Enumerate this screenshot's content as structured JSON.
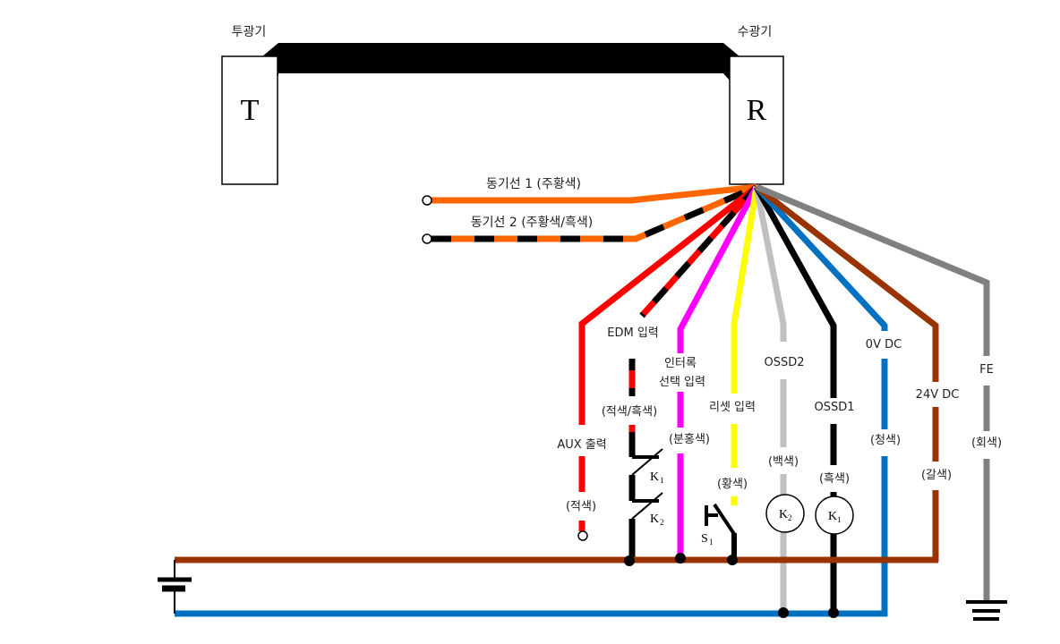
{
  "devices": {
    "transmitter": {
      "title": "투광기",
      "letter": "T"
    },
    "receiver": {
      "title": "수광기",
      "letter": "R"
    }
  },
  "colors": {
    "orange": "#ff6600",
    "black": "#000000",
    "red": "#ff0000",
    "pink": "#ff00ff",
    "yellow": "#ffff00",
    "white_wire": "#c0c0c0",
    "blue": "#0070c0",
    "brown": "#993300",
    "gray": "#808080"
  },
  "wires": {
    "sync1": {
      "label": "동기선 1 (주황색)"
    },
    "sync2": {
      "label": "동기선 2 (주황색/흑색)"
    },
    "aux": {
      "label": "AUX 출력",
      "color_label": "(적색)"
    },
    "edm": {
      "label": "EDM 입력",
      "color_label": "(적색/흑색)"
    },
    "interlock": {
      "label_line1": "인터록",
      "label_line2": "선택 입력",
      "color_label": "(분홍색)"
    },
    "reset": {
      "label": "리셋 입력",
      "color_label": "(황색)"
    },
    "ossd2": {
      "label": "OSSD2",
      "color_label": "(백색)"
    },
    "ossd1": {
      "label": "OSSD1",
      "color_label": "(흑색)"
    },
    "v0": {
      "label": "0V DC",
      "color_label": "(청색)"
    },
    "v24": {
      "label": "24V DC",
      "color_label": "(갈색)"
    },
    "fe": {
      "label": "FE",
      "color_label": "(회색)"
    }
  },
  "components": {
    "k1_contact": {
      "letter": "K",
      "sub": "1"
    },
    "k2_contact": {
      "letter": "K",
      "sub": "2"
    },
    "switch": {
      "letter": "S",
      "sub": "1"
    },
    "k2_coil": {
      "letter": "K",
      "sub": "2"
    },
    "k1_coil": {
      "letter": "K",
      "sub": "1"
    }
  }
}
